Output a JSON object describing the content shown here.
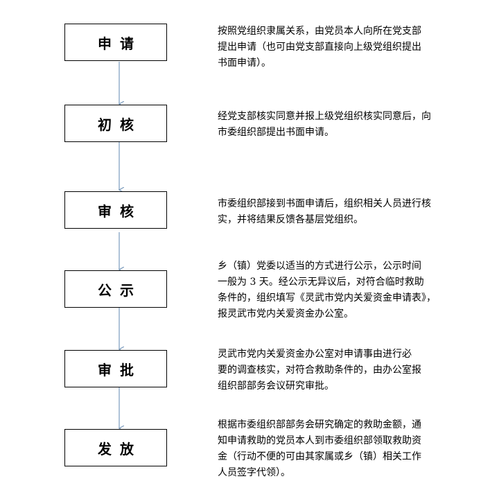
{
  "steps": [
    {
      "label": "申请",
      "description": "按照党组织隶属关系，由党员本人向所在党支部\n提出申请（也可由党支部直接向上级党组织提出\n书面申请）。"
    },
    {
      "label": "初核",
      "description": "经党支部核实同意并报上级党组织核实同意后，向\n市委组织部提出书面申请。"
    },
    {
      "label": "审核",
      "description": "市委组织部接到书面申请后，组织相关人员进行核\n实，并将结果反馈各基层党组织。"
    },
    {
      "label": "公示",
      "description": "乡（镇）党委以适当的方式进行公示，公示时间\n一般为 3 天。经公示无异议后，对符合临时救助\n条件的，组织填写《灵武市党内关爱资金申请表》，\n报灵武市党内关爱资金办公室。"
    },
    {
      "label": "审批",
      "description": "灵武市党内关爱资金办公室对申请事由进行必\n要的调查核实，对符合救助条件的，由办公室报\n组织部部务会议研究审批。"
    },
    {
      "label": "发放",
      "description": "根据市委组织部部务会研究确定的救助金额，通\n知申请救助的党员本人到市委组织部领取救助资\n金（行动不便的可由其家属或乡（镇）相关工作\n人员签字代领）。"
    }
  ],
  "colors": {
    "arrow": "#7a9bbd",
    "border": "#000000"
  }
}
